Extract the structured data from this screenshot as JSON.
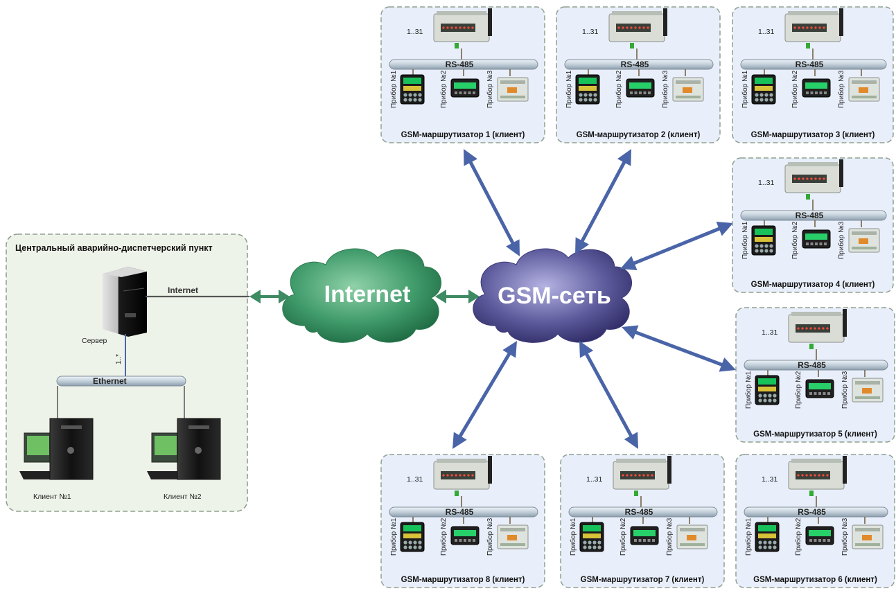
{
  "central": {
    "title": "Центральный аварийно-диспетчерский пункт",
    "server_label": "Сервер",
    "link_label": "Internet",
    "bus_label": "Ethernet",
    "count_label": "1..*",
    "clients": [
      "Клиент №1",
      "Клиент №2"
    ]
  },
  "clouds": {
    "internet": "Internet",
    "gsm": "GSM-сеть"
  },
  "router_units": [
    {
      "caption": "GSM-маршрутизатор 1 (клиент)"
    },
    {
      "caption": "GSM-маршрутизатор 2 (клиент)"
    },
    {
      "caption": "GSM-маршрутизатор 3 (клиент)"
    },
    {
      "caption": "GSM-маршрутизатор 4 (клиент)"
    },
    {
      "caption": "GSM-маршрутизатор 5 (клиент)"
    },
    {
      "caption": "GSM-маршрутизатор 6 (клиент)"
    },
    {
      "caption": "GSM-маршрутизатор 7 (клиент)"
    },
    {
      "caption": "GSM-маршрутизатор 8 (клиент)"
    }
  ],
  "router_common": {
    "address_range": "1..31",
    "bus_label": "RS-485",
    "devices": [
      "Прибор №1",
      "Прибор №2",
      "Прибор №3"
    ]
  },
  "colors": {
    "panel_fill": "#e8eefa",
    "panel_border": "#8fa08f",
    "central_fill": "#eef3e9",
    "internet_cloud": "#3f9a6a",
    "gsm_cloud": "#5d5a9c",
    "arrow": "#4a64a8",
    "pipe": "#c7d3de"
  }
}
